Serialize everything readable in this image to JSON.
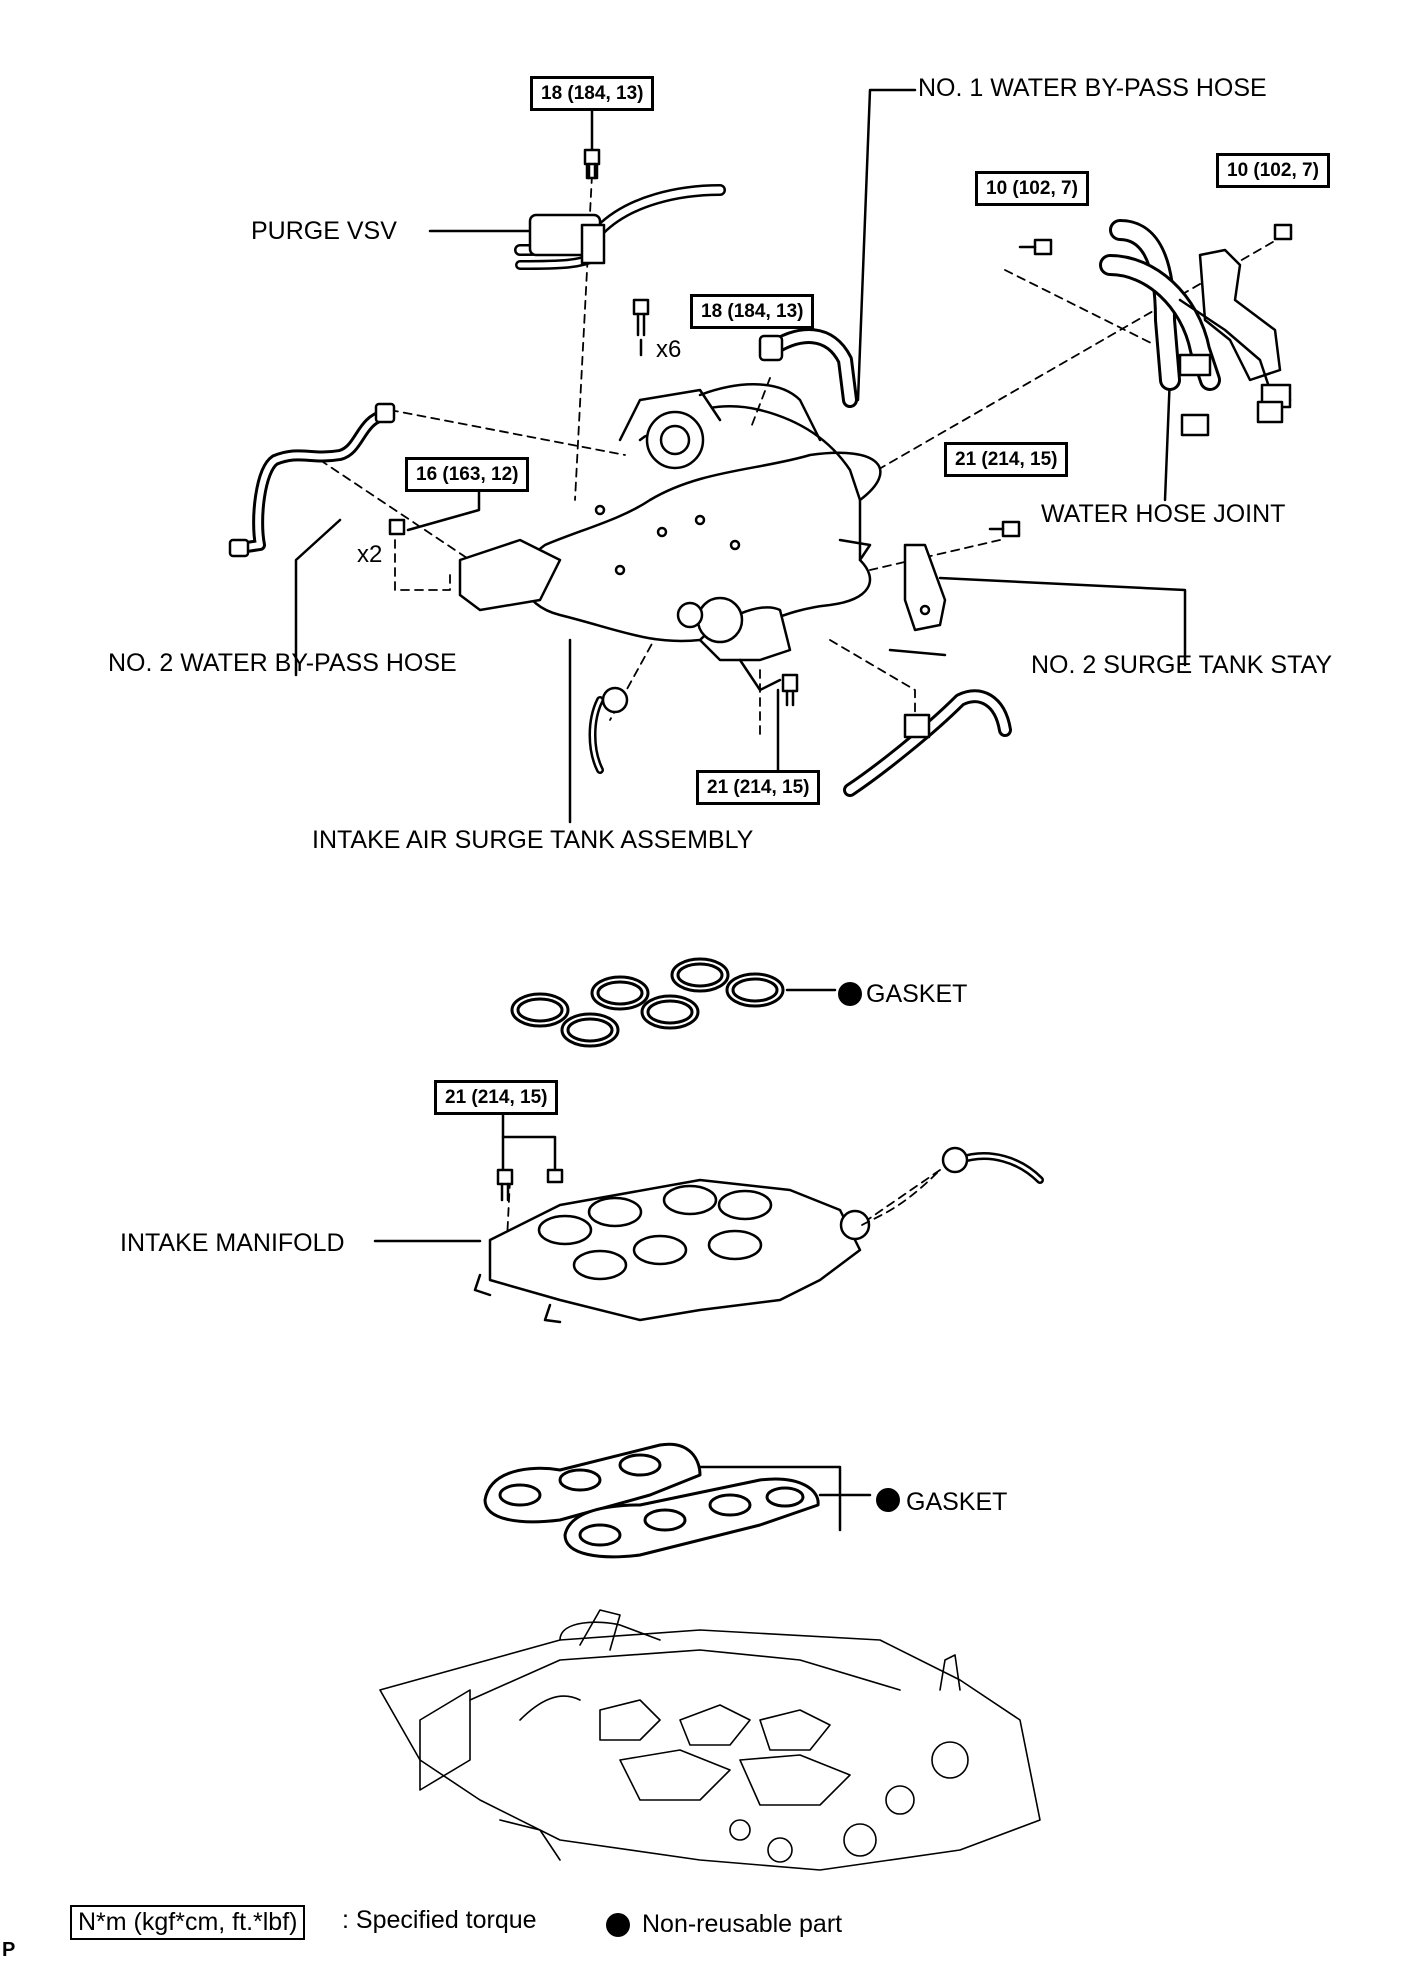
{
  "labels": {
    "no1_water_bypass_hose": "NO. 1 WATER BY-PASS HOSE",
    "purge_vsv": "PURGE VSV",
    "water_hose_joint": "WATER HOSE JOINT",
    "no2_water_bypass_hose": "NO. 2 WATER BY-PASS HOSE",
    "no2_surge_tank_stay": "NO. 2 SURGE TANK STAY",
    "intake_air_surge_tank_assembly": "INTAKE AIR SURGE TANK ASSEMBLY",
    "gasket_upper": "GASKET",
    "intake_manifold": "INTAKE MANIFOLD",
    "gasket_lower": "GASKET"
  },
  "torques": {
    "purge_vsv_bolt": "18 (184, 13)",
    "surge_tank_bolts": "18 (184, 13)",
    "joint_left_bolt": "10 (102, 7)",
    "joint_right_bolt": "10 (102, 7)",
    "x2_nuts": "16 (163, 12)",
    "stay_bolt": "21 (214, 15)",
    "bottom_bolt": "21 (214, 15)",
    "manifold_bolts": "21 (214, 15)"
  },
  "multipliers": {
    "x6": "x6",
    "x2": "x2"
  },
  "legend": {
    "torque_unit": "N*m (kgf*cm, ft.*lbf)",
    "torque_desc": ": Specified torque",
    "nonreusable_desc": "Non-reusable part"
  },
  "corner_mark": "P"
}
